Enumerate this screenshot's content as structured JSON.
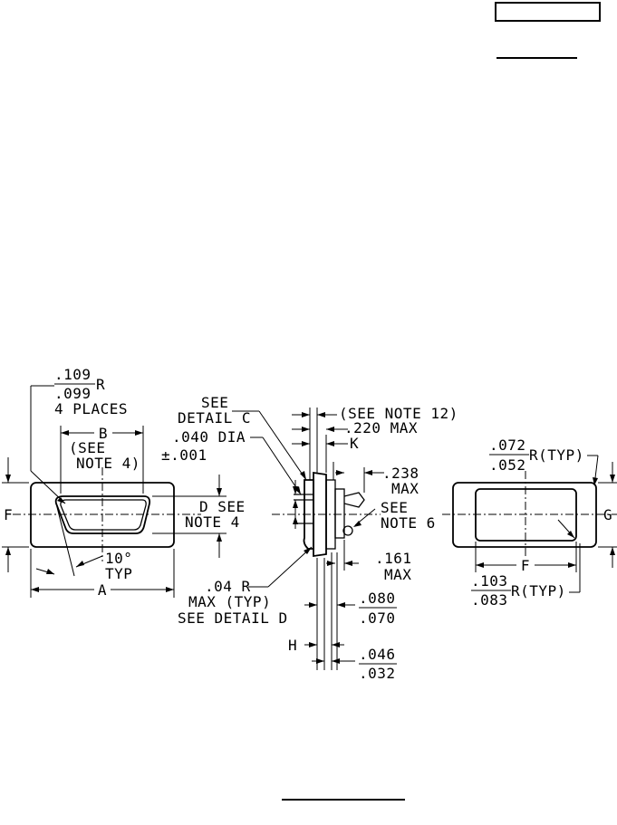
{
  "header": {
    "box_text": "",
    "line_text": ""
  },
  "footer": {
    "line_text": ""
  },
  "left_view": {
    "radius_top": ".109",
    "radius_bottom": ".099",
    "radius_symbol": "R",
    "places": "4 PLACES",
    "b_label": "B",
    "see_note4_line1": "(SEE",
    "see_note4_line2": "NOTE 4)",
    "tolerance": "±.001",
    "f_label": "F",
    "d_see": "D SEE",
    "note4": "NOTE 4",
    "angle": "10°",
    "typ": "TYP",
    "a_label": "A"
  },
  "side_view": {
    "see": "SEE",
    "detail_c": "DETAIL C",
    "dia": ".040 DIA",
    "see_note12": "(SEE NOTE 12)",
    "max220": ".220 MAX",
    "k_label": "K",
    "v238": ".238",
    "max1": "MAX",
    "see2": "SEE",
    "note6": "NOTE 6",
    "v161": ".161",
    "max2": "MAX",
    "r04": ".04 R",
    "max_typ": "MAX (TYP)",
    "see_detail_d": "SEE DETAIL D",
    "v080": ".080",
    "v070": ".070",
    "h_label": "H",
    "v046": ".046",
    "v032": ".032"
  },
  "right_view": {
    "v072": ".072",
    "v052": ".052",
    "r_typ_top": "R(TYP)",
    "g_label": "G",
    "f_label": "F",
    "v103": ".103",
    "v083": ".083",
    "r_typ_bottom": "R(TYP)"
  }
}
